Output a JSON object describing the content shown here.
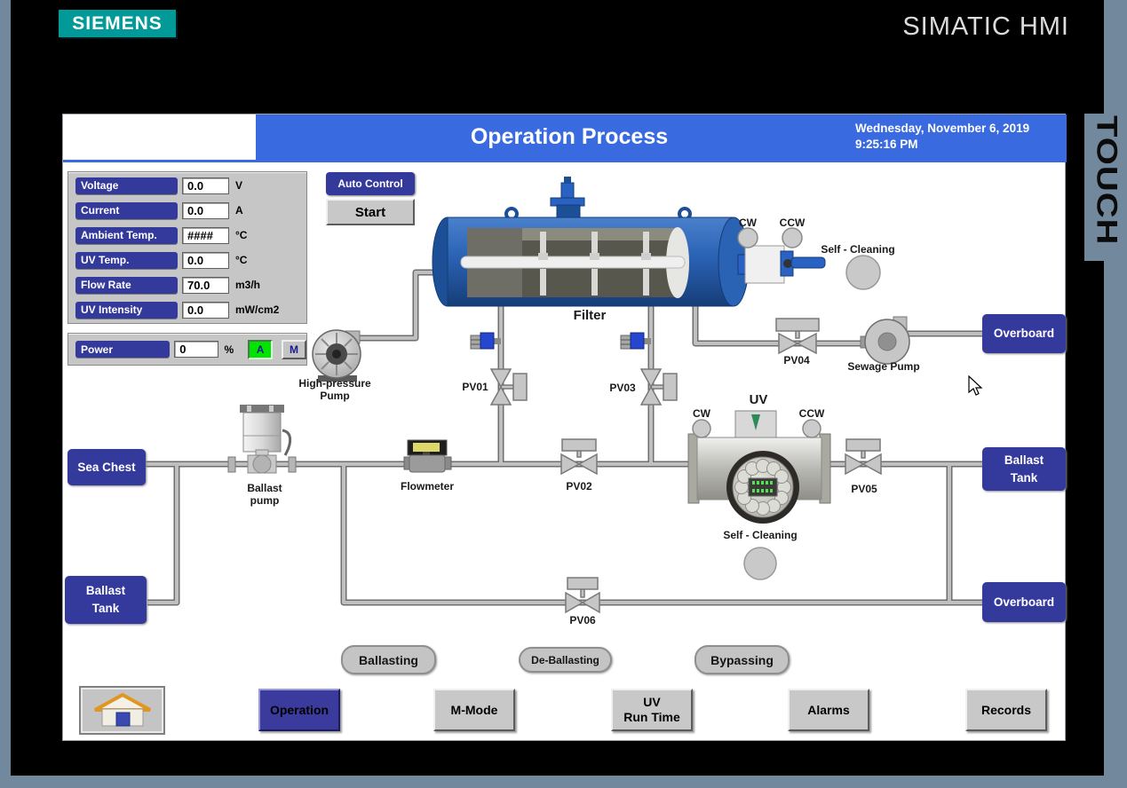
{
  "brand": {
    "logo": "SIEMENS",
    "product": "SIMATIC HMI",
    "bezel_label": "TOUCH"
  },
  "header": {
    "title": "Operation Process",
    "date": "Wednesday, November 6, 2019",
    "time": "9:25:16 PM"
  },
  "params": {
    "rows": [
      {
        "label": "Voltage",
        "value": "0.0",
        "unit": "V"
      },
      {
        "label": "Current",
        "value": "0.0",
        "unit": "A"
      },
      {
        "label": "Ambient Temp.",
        "value": "####",
        "unit": "°C"
      },
      {
        "label": "UV Temp.",
        "value": "0.0",
        "unit": "°C"
      },
      {
        "label": "Flow Rate",
        "value": "70.0",
        "unit": "m3/h"
      },
      {
        "label": "UV Intensity",
        "value": "0.0",
        "unit": "mW/cm2"
      }
    ]
  },
  "power": {
    "label": "Power",
    "value": "0",
    "unit": "%",
    "auto": "A",
    "manual": "M"
  },
  "controls": {
    "auto_control": "Auto Control",
    "start": "Start"
  },
  "diagram": {
    "filter": "Filter",
    "uv": "UV",
    "cw": "CW",
    "ccw": "CCW",
    "self_cleaning": "Self - Cleaning",
    "valves": {
      "pv01": "PV01",
      "pv02": "PV02",
      "pv03": "PV03",
      "pv04": "PV04",
      "pv05": "PV05",
      "pv06": "PV06"
    },
    "high_pressure_pump": [
      "High-pressure",
      "Pump"
    ],
    "ballast_pump": [
      "Ballast",
      "pump"
    ],
    "sewage_pump": "Sewage Pump",
    "flowmeter": "Flowmeter",
    "sea_chest": "Sea Chest",
    "ballast_tank": [
      "Ballast",
      "Tank"
    ],
    "overboard": "Overboard"
  },
  "modes": {
    "ballasting": "Ballasting",
    "deballasting": "De-Ballasting",
    "bypassing": "Bypassing"
  },
  "nav": {
    "operation": "Operation",
    "m_mode": "M-Mode",
    "uv_run_time": [
      "UV",
      "Run Time"
    ],
    "alarms": "Alarms",
    "records": "Records"
  },
  "colors": {
    "header_blue": "#3a6ae0",
    "navy": "#34399c",
    "bezel": "#72889c",
    "siemens_teal": "#019a98",
    "active_green": "#00e400"
  }
}
